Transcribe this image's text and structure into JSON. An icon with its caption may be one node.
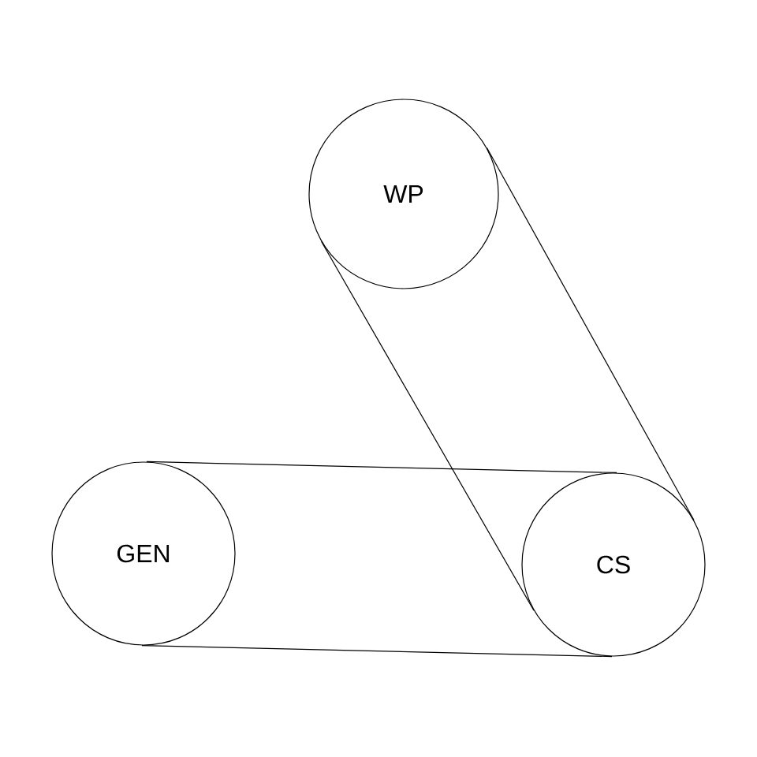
{
  "diagram": {
    "nodes": [
      {
        "text": [
          "WP"
        ]
      },
      {
        "text": [
          "GEN"
        ]
      },
      {
        "text": [
          "CS"
        ]
      }
    ],
    "edges": [
      {
        "from": 0,
        "to": 2,
        "arrow": "none"
      },
      {
        "from": 0,
        "to": 2,
        "arrow": "none"
      },
      {
        "from": 1,
        "to": 2,
        "arrow": "none"
      },
      {
        "from": 1,
        "to": 2,
        "arrow": "none"
      }
    ]
  }
}
